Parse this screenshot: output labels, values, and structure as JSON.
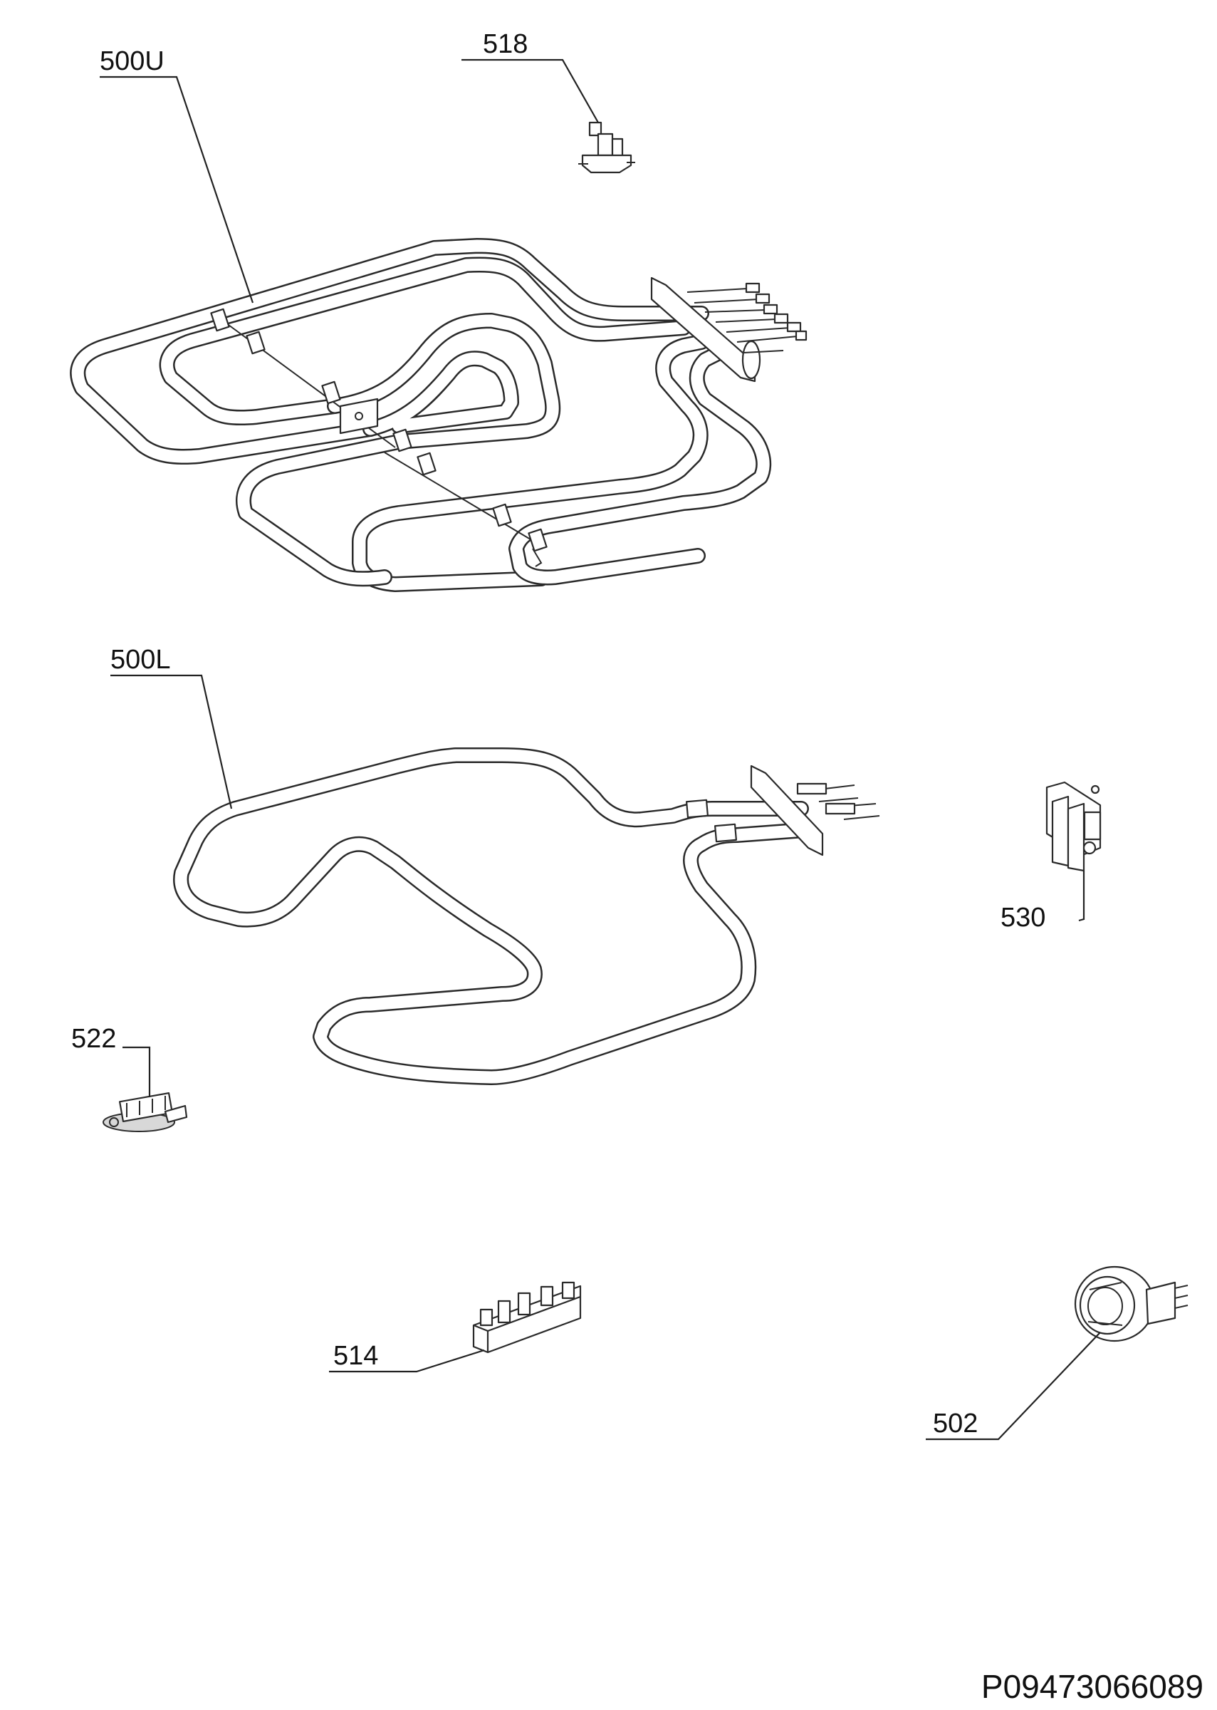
{
  "labels": {
    "upper_heater": "500U",
    "thermostat_top": "518",
    "lower_heater": "500L",
    "cutout_right": "530",
    "cutout_left": "522",
    "terminal_block": "514",
    "oven_lamp": "502"
  },
  "drawing_code": "P09473066089"
}
